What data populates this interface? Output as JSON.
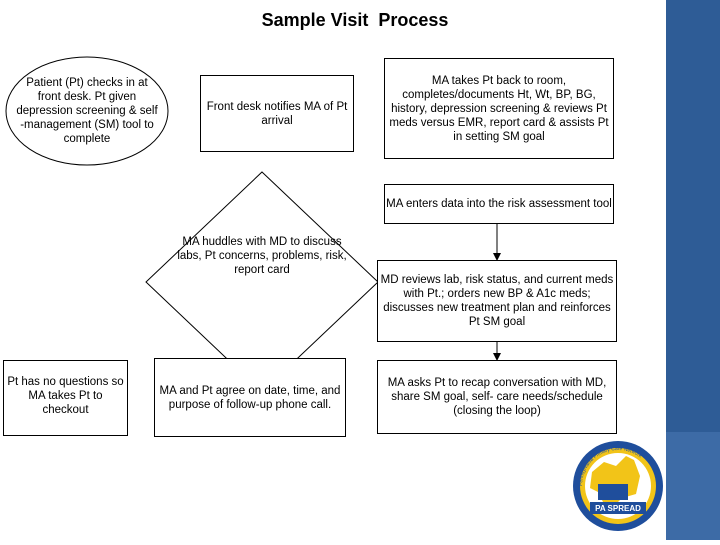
{
  "title": "Sample Visit  Process",
  "steps": {
    "patient_checkin": "Patient (Pt) checks in at front desk. Pt given depression screening & self -management (SM) tool to complete",
    "front_desk": "Front desk notifies MA of Pt  arrival",
    "ma_room": "MA takes Pt back to room, completes/documents Ht, Wt, BP, BG, history, depression screening & reviews Pt meds versus EMR, report card & assists Pt in setting SM goal",
    "ma_enters": "MA  enters data into the risk assessment tool",
    "huddle": "MA huddles with MD to discuss labs, Pt concerns,  problems, risk, report card",
    "md_reviews": "MD reviews lab, risk status, and current meds with Pt.; orders new BP & A1c meds; discusses  new treatment plan and reinforces Pt SM goal",
    "no_questions": "Pt has no questions so MA takes Pt to checkout",
    "follow_up": "MA and Pt agree on date, time, and purpose of follow-up  phone call.",
    "recap": "MA asks Pt to recap conversation with MD, share SM goal, self- care needs/schedule (closing the loop)"
  },
  "logo": {
    "name": "PA SPREAD",
    "ring_text": "Pennsylvania Primary Care Network"
  },
  "colors": {
    "sidebar": "#2e5c96",
    "logo_blue": "#1f4e9c",
    "logo_gold": "#f2c418"
  }
}
